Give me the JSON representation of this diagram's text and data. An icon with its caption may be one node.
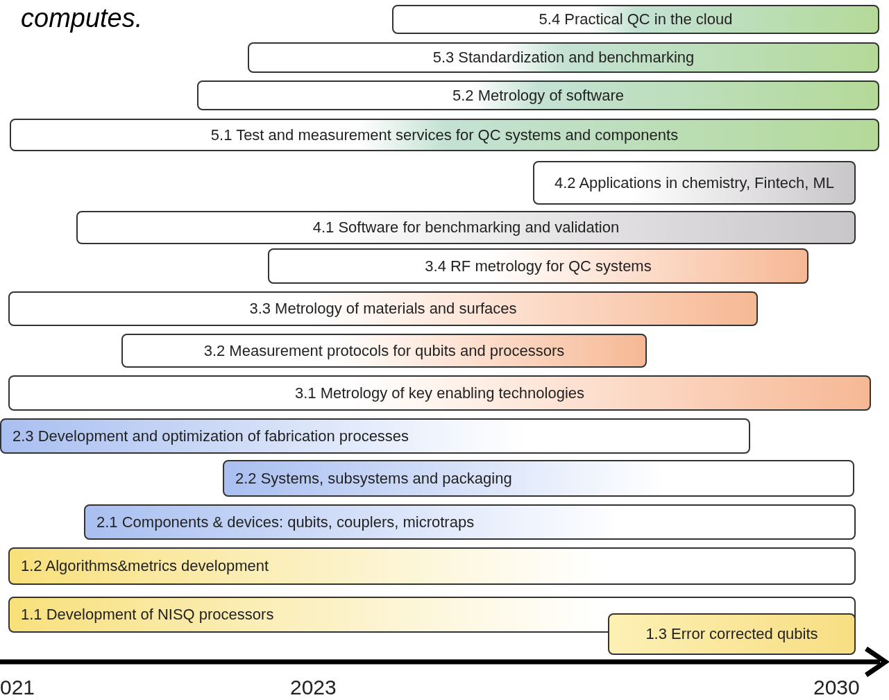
{
  "diagram": {
    "nodes": [
      {
        "text": [
          "5.4 Practical QC in the cloud"
        ]
      },
      {
        "text": [
          "5.3 Standardization and benchmarking"
        ]
      },
      {
        "text": [
          "5.2 Metrology of software"
        ]
      },
      {
        "text": [
          "5.1 Test and measurement services for QC systems and components"
        ]
      },
      {
        "text": [
          "4.2 Applications in chemistry, Fintech, ML"
        ]
      },
      {
        "text": [
          "4.1 Software for benchmarking and validation"
        ]
      },
      {
        "text": [
          "3.4 RF metrology for QC systems"
        ]
      },
      {
        "text": [
          "3.3 Metrology of materials and surfaces"
        ]
      },
      {
        "text": [
          "3.2 Measurement protocols for qubits and processors"
        ]
      },
      {
        "text": [
          "3.1 Metrology of key enabling technologies"
        ]
      },
      {
        "text": [
          "2.3 Development and optimization of fabrication processes"
        ]
      },
      {
        "text": [
          "2.2 Systems, subsystems and packaging"
        ]
      },
      {
        "text": [
          "2.1 Components & devices: qubits, couplers, microtraps"
        ]
      },
      {
        "text": [
          "1.2 Algorithms&metrics development"
        ]
      },
      {
        "text": [
          "1.1 Development of NISQ processors"
        ]
      },
      {
        "text": [
          "1.3 Error corrected qubits"
        ]
      }
    ],
    "labels": [
      "computes.",
      "021",
      "2023",
      "2030"
    ]
  }
}
